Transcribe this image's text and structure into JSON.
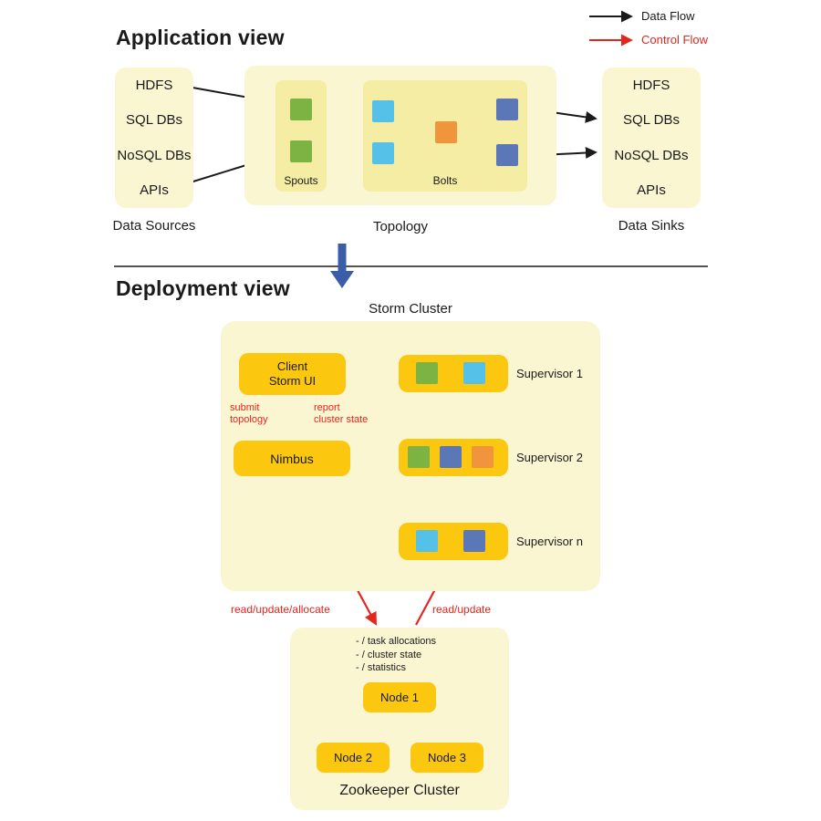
{
  "colors": {
    "pale_yellow": "#FBF6D2",
    "inner_yellow": "#F5EDA3",
    "gold": "#FBC70F",
    "spout_green": "#7CB342",
    "bolt_light_blue": "#55C0E8",
    "bolt_dark_blue": "#5C77B8",
    "bolt_orange": "#F0953C",
    "control_red": "#E3261E",
    "data_flow_black": "#1A1A1A",
    "section_arrow_blue": "#3A5DA9"
  },
  "legend": {
    "data_flow": "Data Flow",
    "control_flow": "Control Flow"
  },
  "application_view": {
    "title": "Application view",
    "data_sources": {
      "label": "Data Sources",
      "items": [
        "HDFS",
        "SQL DBs",
        "NoSQL DBs",
        "APIs"
      ]
    },
    "topology": {
      "label": "Topology",
      "spouts_label": "Spouts",
      "bolts_label": "Bolts"
    },
    "data_sinks": {
      "label": "Data Sinks",
      "items": [
        "HDFS",
        "SQL DBs",
        "NoSQL DBs",
        "APIs"
      ]
    }
  },
  "deployment_view": {
    "title": "Deployment view",
    "storm_cluster_label": "Storm Cluster",
    "client": {
      "line1": "Client",
      "line2": "Storm UI"
    },
    "nimbus_label": "Nimbus",
    "submit_note": {
      "line1": "submit",
      "line2": "topology"
    },
    "report_note": {
      "line1": "report",
      "line2": "cluster state"
    },
    "supervisors": [
      "Supervisor 1",
      "Supervisor 2",
      "Supervisor n"
    ],
    "read_update_allocate_note": "read/update/allocate",
    "read_update_note": "read/update"
  },
  "zookeeper": {
    "paths": [
      "- / task allocations",
      "- / cluster state",
      "- / statistics"
    ],
    "nodes": [
      "Node 1",
      "Node 2",
      "Node 3"
    ],
    "label": "Zookeeper Cluster"
  }
}
